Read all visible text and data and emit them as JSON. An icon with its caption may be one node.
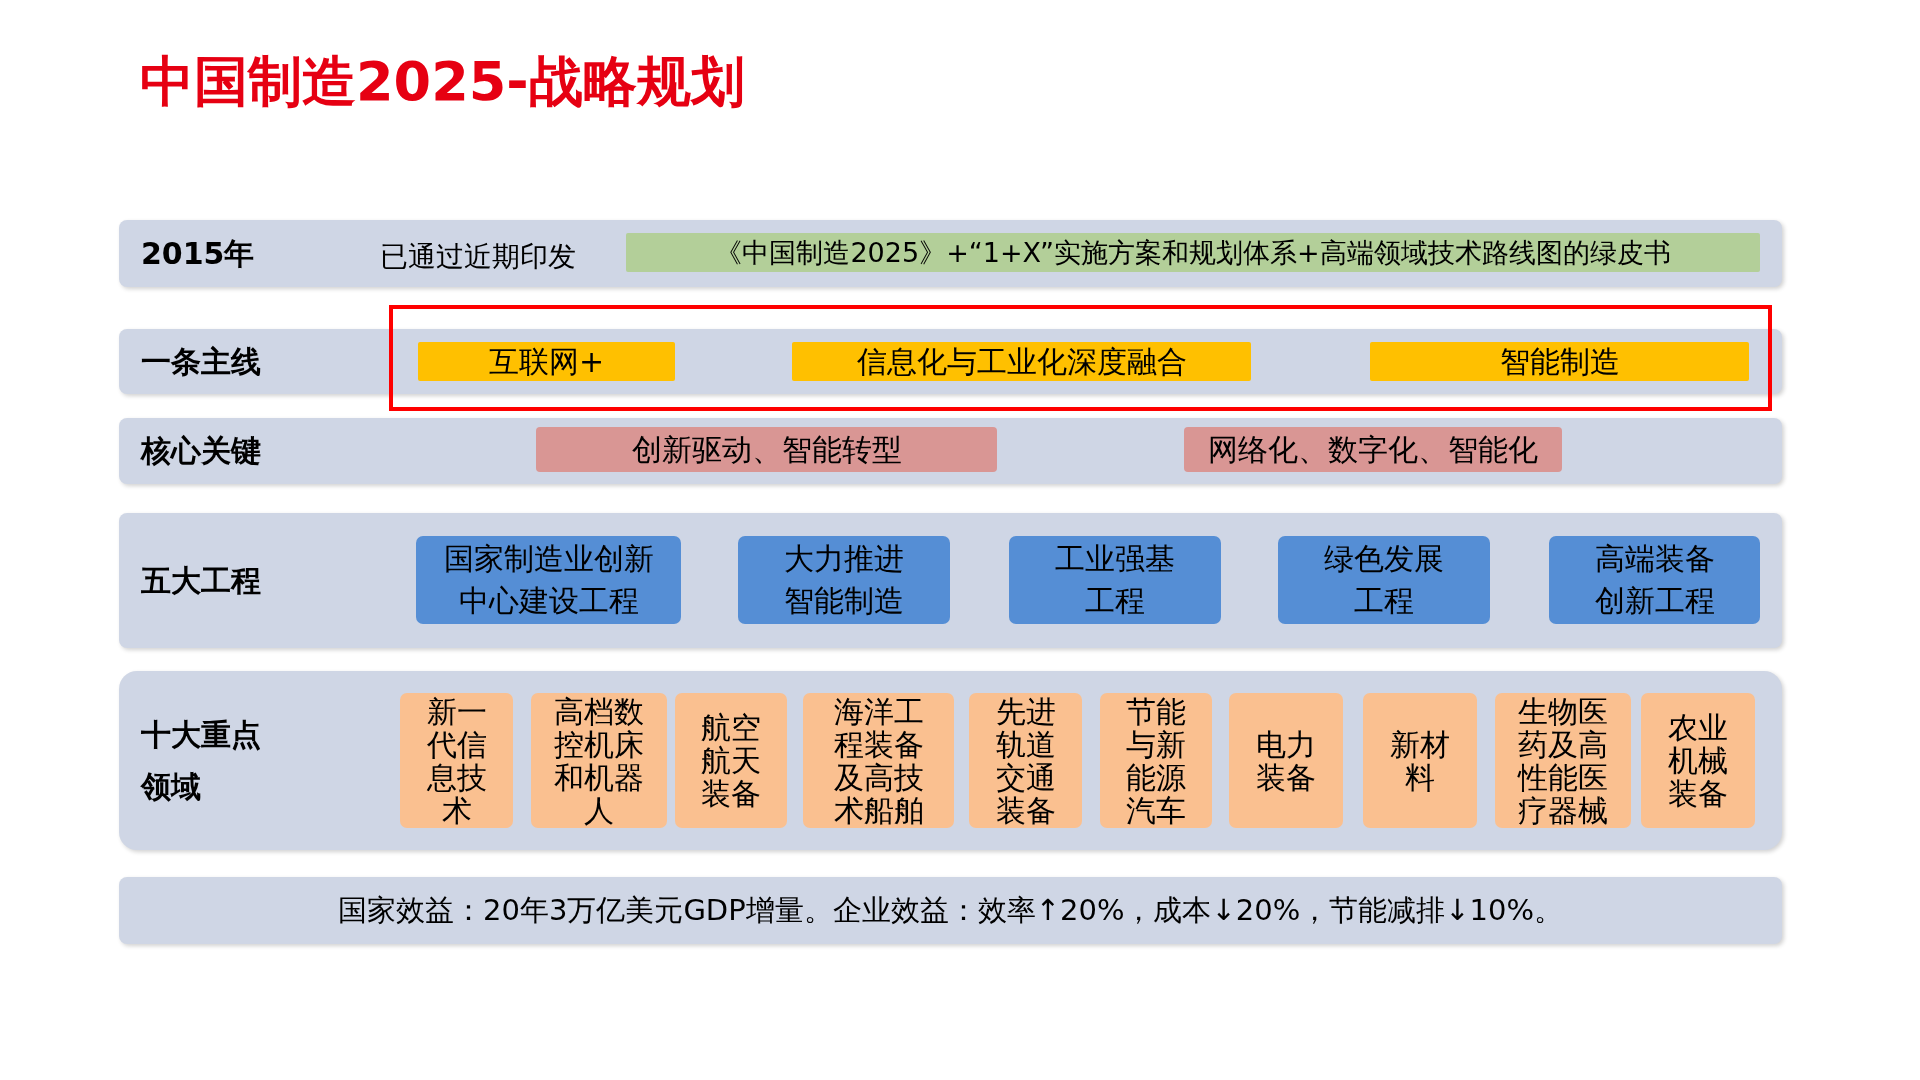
{
  "diagram": {
    "title": "中国制造2025-战略规划",
    "nodes": [
      {
        "text": [
          "2015年",
          "已通过近期印发"
        ]
      },
      {
        "text": [
          "《中国制造2025》+“1+X”实施方案和规划体系+高端领域技术路线图的绿皮书"
        ],
        "in": 0
      },
      {
        "text": [
          "一条主线"
        ]
      },
      {
        "text": [
          "互联网+"
        ],
        "in": 2
      },
      {
        "text": [
          "信息化与工业化深度融合"
        ],
        "in": 2
      },
      {
        "text": [
          "智能制造"
        ],
        "in": 2
      },
      {
        "text": [
          "核心关键"
        ]
      },
      {
        "text": [
          "创新驱动、智能转型"
        ],
        "in": 6
      },
      {
        "text": [
          "网络化、数字化、智能化"
        ],
        "in": 6
      },
      {
        "text": [
          "五大工程"
        ]
      },
      {
        "text": [
          "国家制造业创新中心建设工程"
        ],
        "in": 9
      },
      {
        "text": [
          "大力推进智能制造"
        ],
        "in": 9
      },
      {
        "text": [
          "工业强基工程"
        ],
        "in": 9
      },
      {
        "text": [
          "绿色发展工程"
        ],
        "in": 9
      },
      {
        "text": [
          "高端装备创新工程"
        ],
        "in": 9
      },
      {
        "text": [
          "十大重点领域"
        ]
      },
      {
        "text": [
          "新一代信息技术"
        ],
        "in": 15
      },
      {
        "text": [
          "高档数控机床和机器人"
        ],
        "in": 15
      },
      {
        "text": [
          "航空航天装备"
        ],
        "in": 15
      },
      {
        "text": [
          "海洋工程装备及高技术船舶"
        ],
        "in": 15
      },
      {
        "text": [
          "先进轨道交通装备"
        ],
        "in": 15
      },
      {
        "text": [
          "节能与新能源汽车"
        ],
        "in": 15
      },
      {
        "text": [
          "电力装备"
        ],
        "in": 15
      },
      {
        "text": [
          "新材料"
        ],
        "in": 15
      },
      {
        "text": [
          "生物医药及高性能医疗器械"
        ],
        "in": 15
      },
      {
        "text": [
          "农业机械装备"
        ],
        "in": 15
      },
      {
        "text": [
          "国家效益：20年3万亿美元GDP增量。企业效益：效率↑20%，成本↓20%，节能减排↓10%。"
        ]
      }
    ]
  }
}
